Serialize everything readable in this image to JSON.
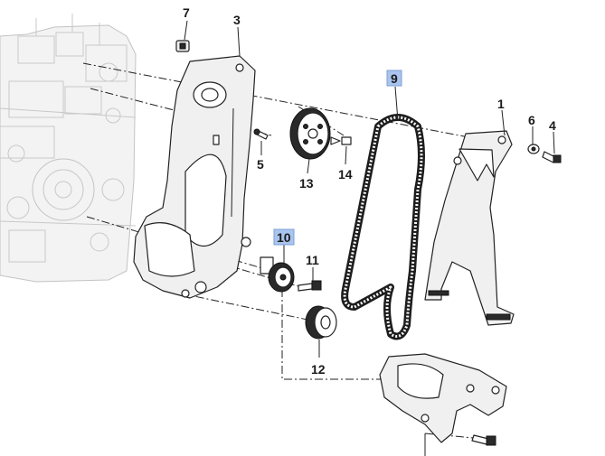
{
  "diagram": {
    "callouts": [
      {
        "id": "1",
        "label": "1",
        "highlight": false
      },
      {
        "id": "3",
        "label": "3",
        "highlight": false
      },
      {
        "id": "4",
        "label": "4",
        "highlight": false
      },
      {
        "id": "5",
        "label": "5",
        "highlight": false
      },
      {
        "id": "6",
        "label": "6",
        "highlight": false
      },
      {
        "id": "7",
        "label": "7",
        "highlight": false
      },
      {
        "id": "9",
        "label": "9",
        "highlight": true
      },
      {
        "id": "10",
        "label": "10",
        "highlight": true
      },
      {
        "id": "11",
        "label": "11",
        "highlight": false
      },
      {
        "id": "12",
        "label": "12",
        "highlight": false
      },
      {
        "id": "13",
        "label": "13",
        "highlight": false
      },
      {
        "id": "14",
        "label": "14",
        "highlight": false
      }
    ],
    "colors": {
      "highlight_fill": "#a9c4ee",
      "highlight_stroke": "#7d9fd6",
      "line": "#222222",
      "engine_ghost": "#c8c8c8"
    }
  }
}
